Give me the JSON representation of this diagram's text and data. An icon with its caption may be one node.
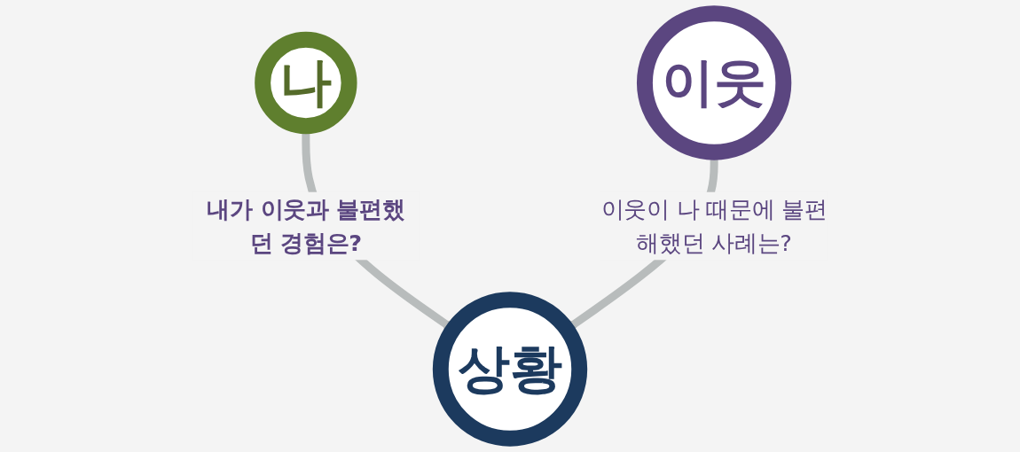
{
  "diagram": {
    "nodes": [
      {
        "text": [
          "나"
        ]
      },
      {
        "text": [
          "이웃"
        ]
      },
      {
        "text": [
          "상황"
        ]
      }
    ],
    "edges": [
      {
        "from": 0,
        "to": 2,
        "arrow": "to",
        "label": "내가 이웃과 불편했던 경험은?"
      },
      {
        "from": 1,
        "to": 2,
        "arrow": "to",
        "label": "이웃이 나 때문에 불편해했던 사례는?"
      }
    ]
  }
}
